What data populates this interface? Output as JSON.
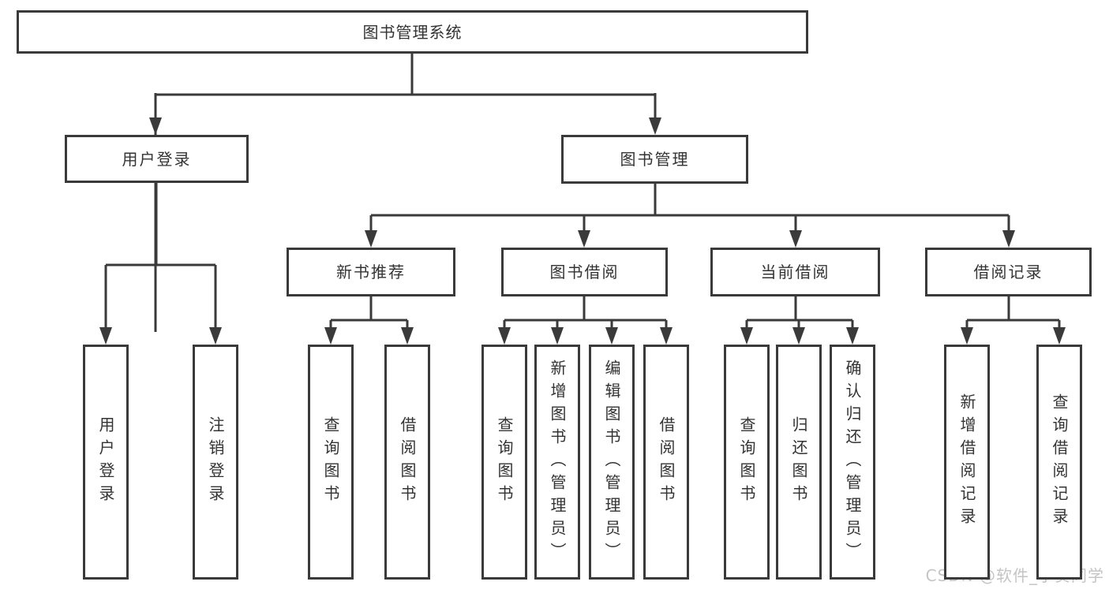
{
  "tree": {
    "root": {
      "label": "图书管理系统",
      "children": [
        {
          "label": "用户登录",
          "children": [
            {
              "label": "用户登录"
            },
            {
              "label": "注销登录"
            }
          ]
        },
        {
          "label": "图书管理",
          "children": [
            {
              "label": "新书推荐",
              "children": [
                {
                  "label": "查询图书"
                },
                {
                  "label": "借阅图书"
                }
              ]
            },
            {
              "label": "图书借阅",
              "children": [
                {
                  "label": "查询图书"
                },
                {
                  "label": "新增图书（管理员）"
                },
                {
                  "label": "编辑图书（管理员）"
                },
                {
                  "label": "借阅图书"
                }
              ]
            },
            {
              "label": "当前借阅",
              "children": [
                {
                  "label": "查询图书"
                },
                {
                  "label": "归还图书"
                },
                {
                  "label": "确认归还（管理员）"
                }
              ]
            },
            {
              "label": "借阅记录",
              "children": [
                {
                  "label": "新增借阅记录"
                },
                {
                  "label": "查询借阅记录"
                }
              ]
            }
          ]
        }
      ]
    }
  },
  "watermark": {
    "text": "CSDN @软件_小贺同学"
  },
  "colors": {
    "line": "#3a3a3a",
    "text": "#333333",
    "background": "#ffffff",
    "watermark": "#c4c4c4"
  }
}
